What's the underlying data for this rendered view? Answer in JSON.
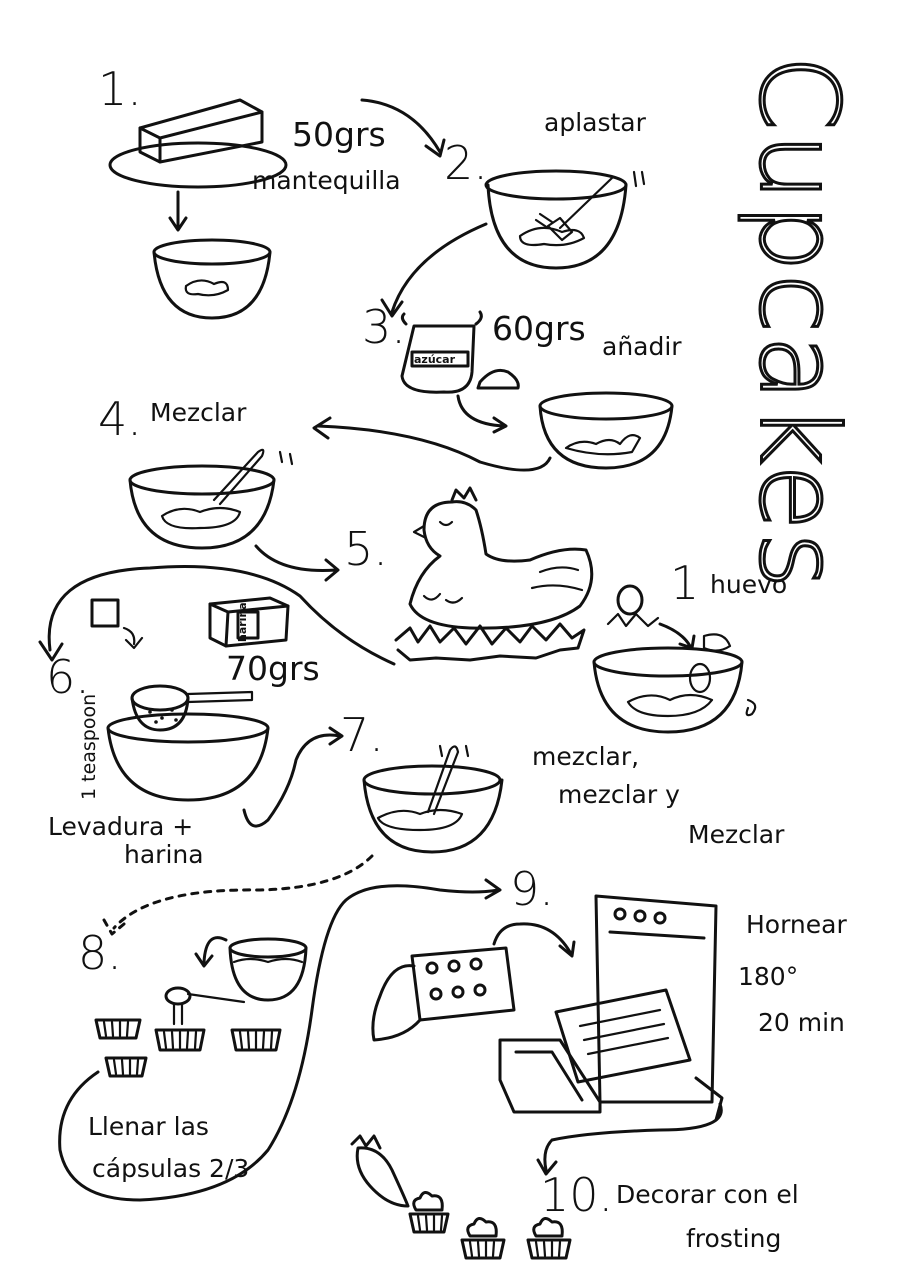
{
  "title": "Cupcakes",
  "steps": [
    {
      "num": "1.",
      "qty": "50grs",
      "label": "mantequilla"
    },
    {
      "num": "2.",
      "label": "aplastar"
    },
    {
      "num": "3.",
      "qty": "60grs",
      "label": "añadir",
      "pkg": "azúcar"
    },
    {
      "num": "4.",
      "label": "Mezclar"
    },
    {
      "num": "5.",
      "qty": "1",
      "label": "huevo"
    },
    {
      "num": "6.",
      "qty": "70grs",
      "spoon": "1 teaspoon",
      "label_line1": "Levadura +",
      "label_line2": "harina",
      "pkg": "harina"
    },
    {
      "num": "7.",
      "label_line1": "mezclar,",
      "label_line2": "mezclar y",
      "label_line3": "Mezclar"
    },
    {
      "num": "8.",
      "label_line1": "Llenar las",
      "label_line2": "cápsulas 2/3"
    },
    {
      "num": "9.",
      "label": "Hornear",
      "temp": "180°",
      "time": "20 min"
    },
    {
      "num": "10.",
      "label_line1": "Decorar con el",
      "label_line2": "frosting"
    }
  ]
}
